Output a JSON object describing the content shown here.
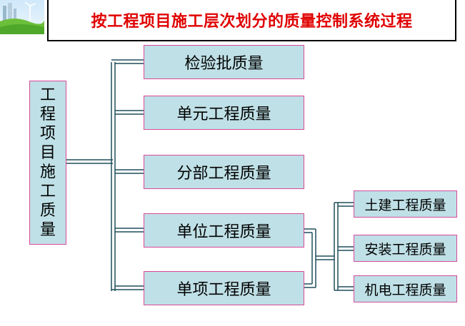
{
  "title": "按工程项目施工层次划分的质量控制系统过程",
  "root": {
    "label": "工程项目施工质量"
  },
  "level1": [
    {
      "label": "检验批质量"
    },
    {
      "label": "单元工程质量"
    },
    {
      "label": "分部工程质量"
    },
    {
      "label": "单位工程质量"
    },
    {
      "label": "单项工程质量"
    }
  ],
  "level2": [
    {
      "label": "土建工程质量"
    },
    {
      "label": "安装工程质量"
    },
    {
      "label": "机电工程质量"
    }
  ],
  "colors": {
    "title_text": "#e00000",
    "box_fill": "#bfe0e6",
    "box_border": "#d84a9a",
    "connector": "#1f4e5a"
  },
  "icons": {
    "logo": "wind-turbine-landscape-icon"
  }
}
